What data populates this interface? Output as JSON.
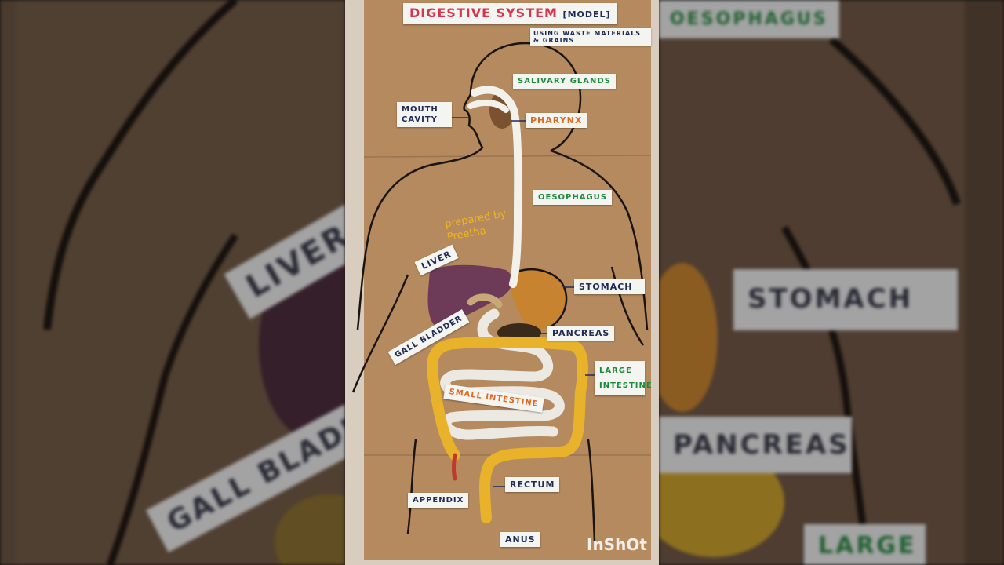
{
  "poster": {
    "title": "DIGESTIVE SYSTEM",
    "title_tag": "[MODEL]",
    "subtitle": "USING WASTE MATERIALS & GRAINS",
    "credit": "prepared by Preetha"
  },
  "labels": {
    "salivary_glands": "SALIVARY GLANDS",
    "mouth_cavity": "MOUTH CAVITY",
    "pharynx": "PHARYNX",
    "oesophagus": "OESOPHAGUS",
    "liver": "LIVER",
    "stomach": "STOMACH",
    "gall_bladder": "GALL BLADDER",
    "pancreas": "PANCREAS",
    "large_intestine": "LARGE INTESTINE",
    "small_intestine": "SMALL INTESTINE",
    "appendix": "APPENDIX",
    "rectum": "RECTUM",
    "anus": "ANUS"
  },
  "side_labels": {
    "left_top": "LIVER",
    "left_bottom": "GALL BLADDE",
    "right_top": "OESOPHAGUS",
    "right_stomach": "STOMACH",
    "right_pancreas": "PANCREAS",
    "right_bottom": "LARGE"
  },
  "watermark": "InShOt",
  "colors": {
    "cardboard": "#b48a5e",
    "title_red": "#d6334d",
    "label_navy": "#1f2a55",
    "label_green": "#1d8a3b",
    "label_orange": "#e06a22",
    "liver_purple": "#6d3a57",
    "rope_yellow": "#e8b22a",
    "credit_yellow": "#f0b323"
  }
}
